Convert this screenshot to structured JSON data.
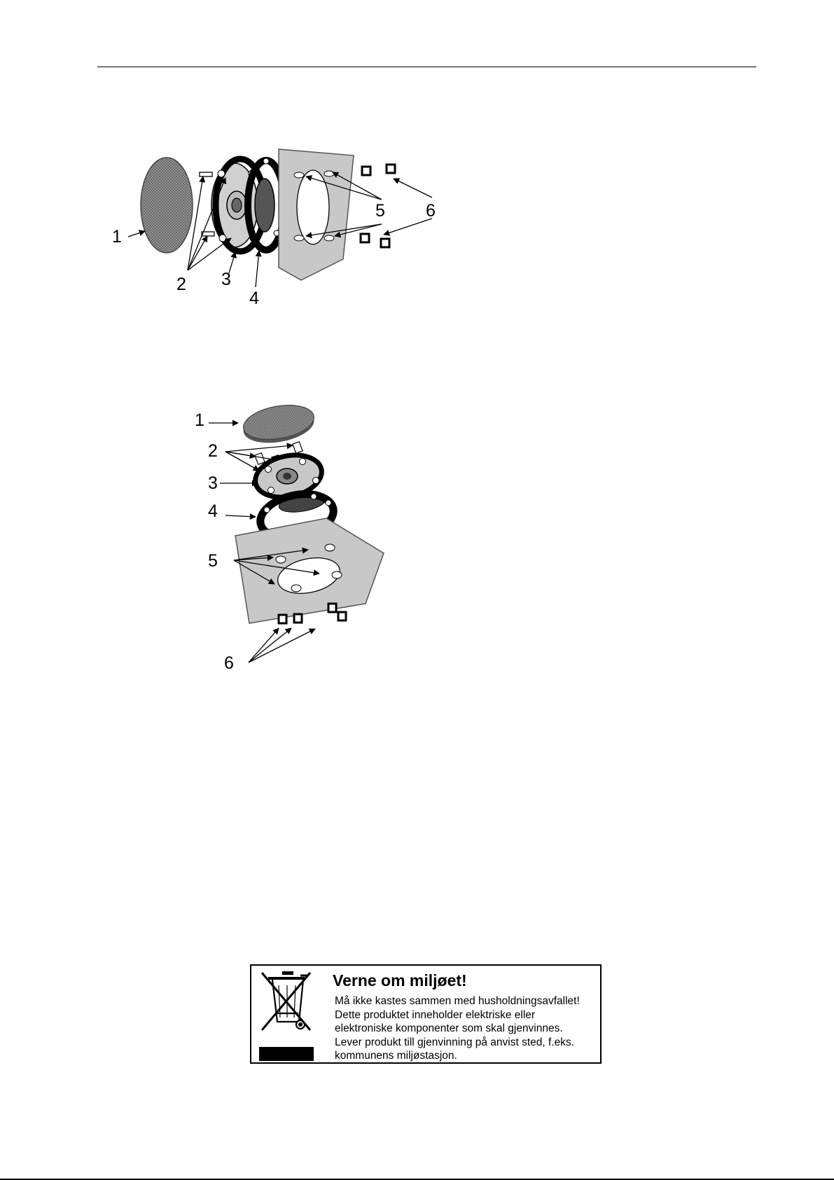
{
  "figure_side_view": {
    "callouts": [
      "1",
      "2",
      "3",
      "4",
      "5",
      "6"
    ]
  },
  "figure_top_view": {
    "callouts": [
      "1",
      "2",
      "3",
      "4",
      "5",
      "6"
    ]
  },
  "recycling_notice": {
    "icon": "crossed-out-wheelie-bin-icon",
    "title": "Verne om miljøet!",
    "lines": [
      "Må ikke kastes sammen med husholdningsavfallet!",
      "Dette produktet inneholder elektriske eller",
      "elektroniske komponenter som skal gjenvinnes.",
      "Lever produkt till gjenvinning på anvist sted, f.eks.",
      "kommunens miljøstasjon."
    ]
  }
}
